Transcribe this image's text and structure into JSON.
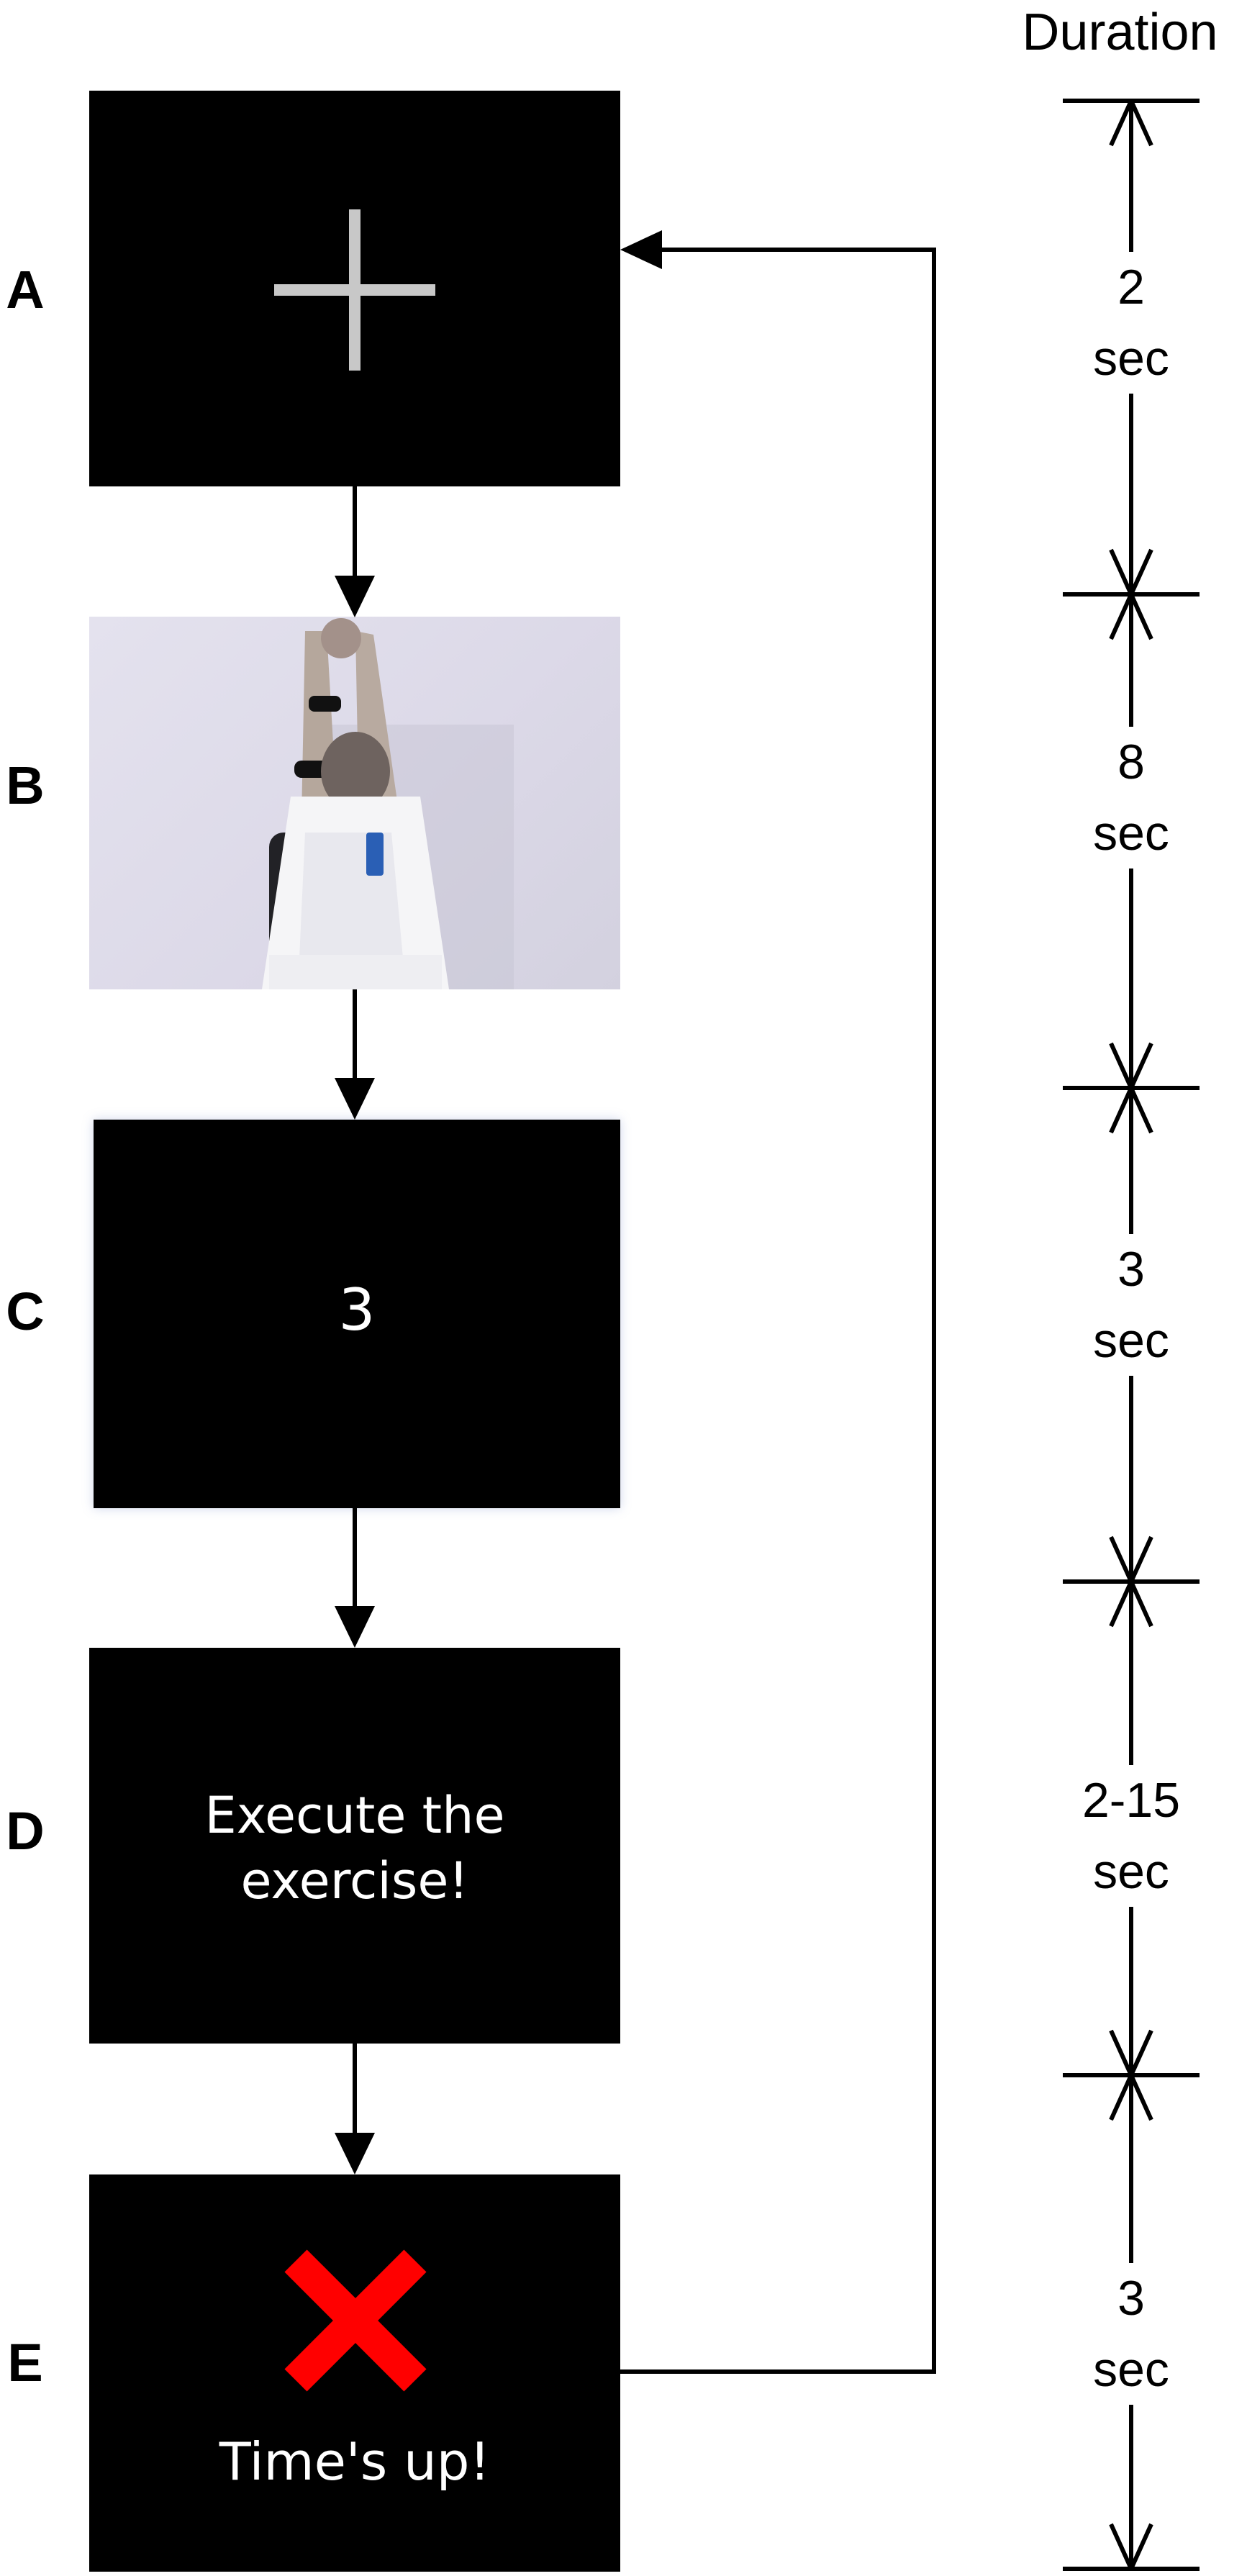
{
  "duration_header": "Duration",
  "panels": [
    {
      "label": "A",
      "screen_text": ""
    },
    {
      "label": "B",
      "screen_text": ""
    },
    {
      "label": "C",
      "screen_text": "3"
    },
    {
      "label": "D",
      "screen_text": "Execute the exercise!"
    },
    {
      "label": "E",
      "screen_text": "Time's up!"
    }
  ],
  "durations": [
    {
      "value": "2",
      "unit": "sec"
    },
    {
      "value": "8",
      "unit": "sec"
    },
    {
      "value": "3",
      "unit": "sec"
    },
    {
      "value": "2-15",
      "unit": "sec"
    },
    {
      "value": "3",
      "unit": "sec"
    }
  ],
  "colors": {
    "screen_background": "#000000",
    "fixation_cross": "#c8c8c8",
    "cross_mark": "#ff0000",
    "screen_text": "#ffffff",
    "lines": "#000000"
  },
  "icons": {
    "fixation": "plus-icon",
    "time_up": "red-x-icon",
    "photo": "person-raising-arms-photo"
  }
}
